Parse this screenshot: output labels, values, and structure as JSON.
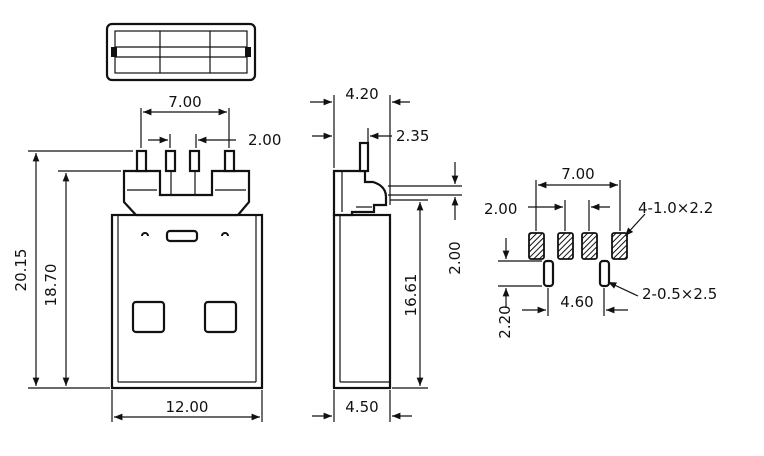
{
  "dimensions": {
    "front_pin_span": "7.00",
    "front_pin_pitch": "2.00",
    "front_total_height": "20.15",
    "front_body_height": "18.70",
    "front_width": "12.00",
    "side_top": "4.20",
    "side_lead": "2.35",
    "side_body_height": "16.61",
    "side_offset": "2.00",
    "side_width": "4.50",
    "pad_span": "7.00",
    "pad_pitch": "2.00",
    "pad_size": "4-1.0×2.2",
    "slot_size": "2-0.5×2.5",
    "slot_height": "2.20",
    "slot_span": "4.60"
  }
}
